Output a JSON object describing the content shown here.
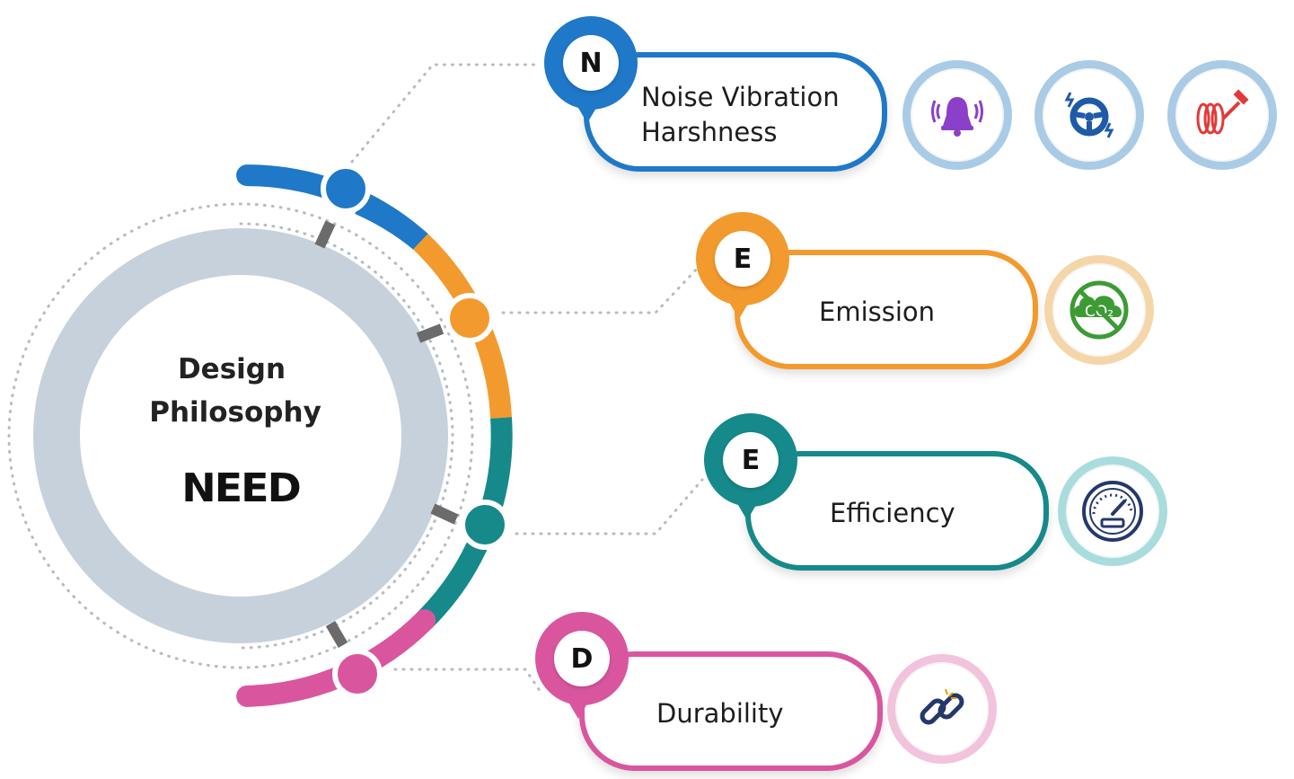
{
  "center": {
    "title_line1": "Design",
    "title_line2": "Philosophy",
    "logo": "NEED"
  },
  "items": [
    {
      "letter": "N",
      "line1": "Noise Vibration",
      "line2": "Harshness",
      "color": "#1f78c8",
      "icons": [
        "bell-icon",
        "steering-wheel-icon",
        "spring-hammer-icon"
      ]
    },
    {
      "letter": "E",
      "line1": "Emission",
      "color": "#f39a2e",
      "icons": [
        "no-co2-icon"
      ]
    },
    {
      "letter": "E",
      "line1": "Efficiency",
      "color": "#16898a",
      "icons": [
        "speedometer-icon"
      ]
    },
    {
      "letter": "D",
      "line1": "Durability",
      "color": "#d9569f",
      "icons": [
        "chain-link-icon"
      ]
    }
  ],
  "colors": {
    "ring": "#c7d1dc",
    "connector": "#6b6b6b",
    "dots": "#b5bcc4"
  }
}
